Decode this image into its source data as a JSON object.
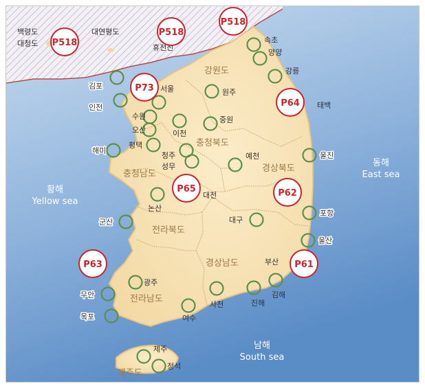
{
  "colors": {
    "sea_top": "#c8dcef",
    "sea_bottom": "#5f8fc7",
    "land": "#f8e3b8",
    "land_edge": "#e8c98b",
    "border": "#c9a670",
    "station_ring": "#5e8e4a",
    "route_badge": "#c8252d",
    "dmz_hatch": "#d98c8c"
  },
  "routes": [
    {
      "id": "P518",
      "kind": "zone"
    },
    {
      "id": "P518",
      "kind": "zone"
    },
    {
      "id": "P518",
      "kind": "zone"
    },
    {
      "id": "P73",
      "kind": "zone"
    },
    {
      "id": "P64",
      "kind": "zone"
    },
    {
      "id": "P65",
      "kind": "zone"
    },
    {
      "id": "P62",
      "kind": "zone"
    },
    {
      "id": "P63",
      "kind": "zone"
    },
    {
      "id": "P61",
      "kind": "zone"
    }
  ],
  "places": {
    "baengnyeongdo": "백령도",
    "daecheongdo": "대청도",
    "daeyeonpyeongdo": "대연평도",
    "hyujeonseon": "휴전선",
    "sokcho": "속초",
    "yangyang": "양양",
    "gangneung": "강릉",
    "gimpo": "김포",
    "incheon": "인천",
    "seoul": "서울",
    "wonju": "원주",
    "taebaek": "태백",
    "suwon": "수원",
    "osan": "오산",
    "icheon": "이천",
    "jungwon": "중원",
    "pyeongtaek": "평택",
    "haemi": "해미",
    "cheongju": "청주",
    "seongmu": "성무",
    "yecheon": "예천",
    "uljin": "울진",
    "daejeon": "대전",
    "nonsan": "논산",
    "daegu": "대구",
    "pohang": "포항",
    "gunsan": "군산",
    "ulsan": "울산",
    "busan": "부산",
    "gwangju": "광주",
    "muan": "무안",
    "mokpo": "목포",
    "sacheon": "사천",
    "jinhae": "진해",
    "gimhae": "김해",
    "yeosu": "여수",
    "jeju": "제주",
    "jeongseok": "정석"
  },
  "provinces": {
    "gangwon": "강원도",
    "chungbuk": "충청북도",
    "chungnam": "충청남도",
    "gyeongbuk": "경상북도",
    "jeonbuk": "전라북도",
    "gyeongnam": "경상남도",
    "jeonnam": "전라남도",
    "jeju": "제주도"
  },
  "seas": {
    "yellow_ko": "황해",
    "yellow_en": "Yellow sea",
    "east_ko": "동해",
    "east_en": "East sea",
    "south_ko": "남해",
    "south_en": "South sea"
  }
}
